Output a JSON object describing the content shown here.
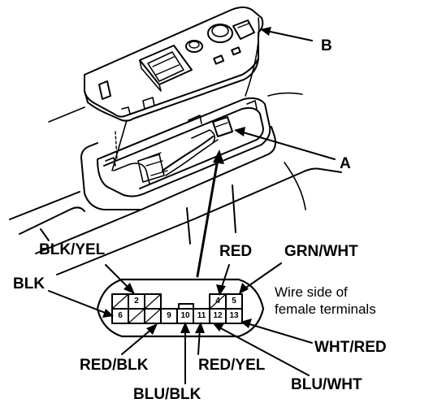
{
  "callouts": {
    "a": "A",
    "b": "B"
  },
  "wires": {
    "blk_yel": "BLK/YEL",
    "blk": "BLK",
    "red": "RED",
    "grn_wht": "GRN/WHT",
    "wht_red": "WHT/RED",
    "red_blk": "RED/BLK",
    "red_yel": "RED/YEL",
    "blu_blk": "BLU/BLK",
    "blu_wht": "BLU/WHT"
  },
  "note": {
    "line1": "Wire side of",
    "line2": "female terminals"
  },
  "connector": {
    "pins": {
      "p2": "2",
      "p4": "4",
      "p5": "5",
      "p6": "6",
      "p9": "9",
      "p10": "10",
      "p11": "11",
      "p12": "12",
      "p13": "13"
    }
  }
}
